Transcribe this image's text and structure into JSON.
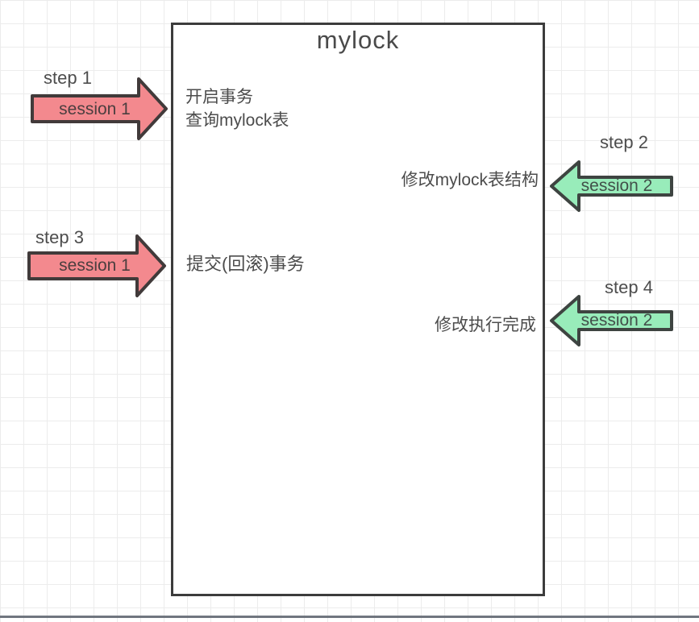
{
  "canvas": {
    "background": "#ffffff",
    "grid_line_color": "#ececec",
    "bottom_edge_color": "#70767f"
  },
  "box": {
    "title": "mylock",
    "border_color": "#3c3c3c",
    "notes": {
      "begin_transaction": "开启事务",
      "query_table": "查询mylock表",
      "alter_table": "修改mylock表结构",
      "commit_rollback": "提交(回滚)事务",
      "alter_complete": "修改执行完成"
    }
  },
  "arrows": [
    {
      "step_label": "step 1",
      "session_label": "session 1",
      "direction": "right",
      "fill": "#f3898e",
      "outline": "#413a3a"
    },
    {
      "step_label": "step 2",
      "session_label": "session 2",
      "direction": "left",
      "fill": "#98ecba",
      "outline": "#3e4441"
    },
    {
      "step_label": "step 3",
      "session_label": "session 1",
      "direction": "right",
      "fill": "#f3898e",
      "outline": "#413a3a"
    },
    {
      "step_label": "step 4",
      "session_label": "session 2",
      "direction": "left",
      "fill": "#98ecba",
      "outline": "#3e4441"
    }
  ]
}
